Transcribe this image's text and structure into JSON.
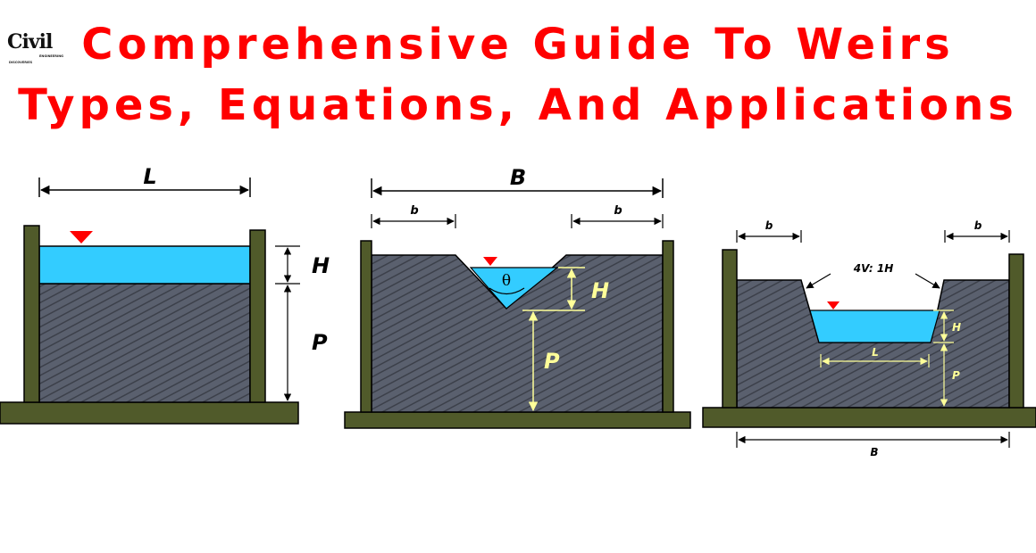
{
  "logo": {
    "word": "Civil",
    "sub_top": "ENGINEERING",
    "sub_bottom": "DISCOVERIES"
  },
  "title": {
    "line1": "Comprehensive Guide To Weirs",
    "line2": "Types, Equations, And Applications"
  },
  "weirs": {
    "rectangular": {
      "length_label": "L",
      "head_label": "H",
      "height_label": "P"
    },
    "v_notch": {
      "width_label": "B",
      "side_label_left": "b",
      "side_label_right": "b",
      "angle_label": "θ",
      "head_label": "H",
      "height_label": "P"
    },
    "cipolletti": {
      "side_label_left": "b",
      "side_label_right": "b",
      "slope_label": "4V: 1H",
      "crest_label": "L",
      "head_label": "H",
      "height_label": "P",
      "width_label": "B"
    }
  },
  "colors": {
    "title": "#ff0000",
    "water": "#33ccff",
    "wall": "#505a2a",
    "hatch_bg": "#5a606e",
    "hatch_line": "#3c404a",
    "marker": "#ff0000",
    "dimension_yellow": "#ffff99"
  }
}
